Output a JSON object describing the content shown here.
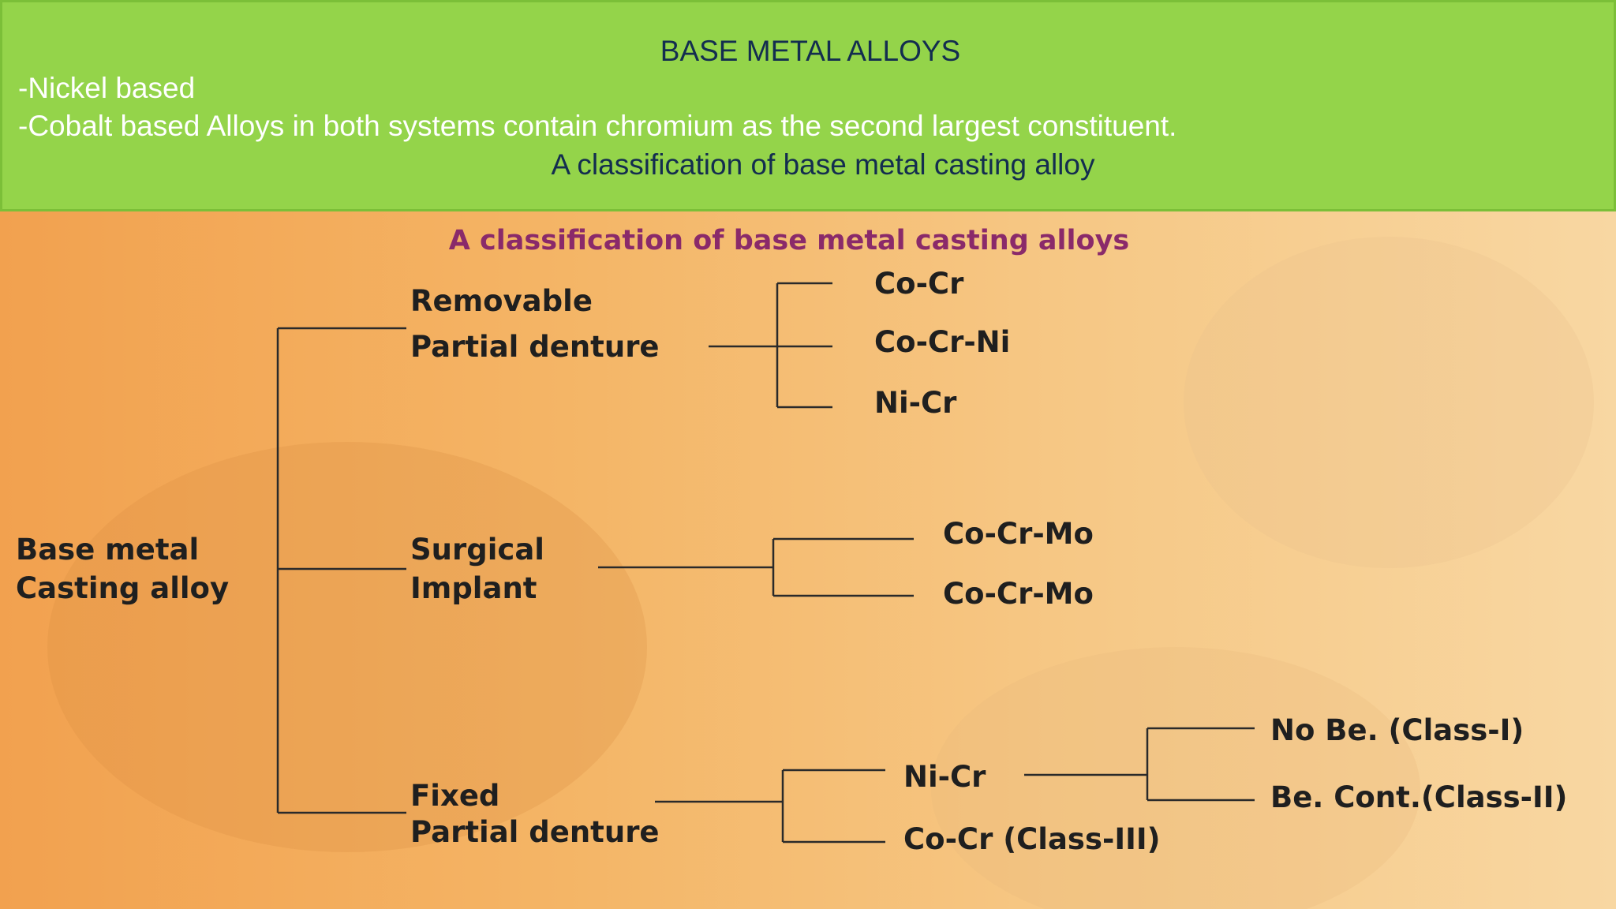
{
  "slide": {
    "title": "BASE METAL ALLOYS",
    "bullets": [
      "-Nickel based",
      "-Cobalt based Alloys in both systems contain chromium as the second largest constituent."
    ],
    "subtitle": "A classification of base metal casting alloy"
  },
  "diagram": {
    "title": "A classification of base metal casting alloys",
    "root": [
      "Base metal",
      "Casting alloy"
    ],
    "branches": [
      {
        "label": [
          "Removable",
          "Partial denture"
        ],
        "children": [
          "Co-Cr",
          "Co-Cr-Ni",
          "Ni-Cr"
        ]
      },
      {
        "label": [
          "Surgical",
          "Implant"
        ],
        "children": [
          "Co-Cr-Mo",
          "Co-Cr-Mo"
        ]
      },
      {
        "label": [
          "Fixed",
          "Partial denture"
        ],
        "children": [
          "Ni-Cr",
          "Co-Cr (Class-III)"
        ],
        "grandchildren": [
          "No Be. (Class-I)",
          "Be. Cont.(Class-II)"
        ]
      }
    ]
  },
  "colors": {
    "header_band": "#94d44a",
    "title_text": "#132d4f",
    "bullet_text": "#ffffff",
    "diagram_title": "#8a2a6a",
    "diagram_text": "#1f1f1f"
  }
}
